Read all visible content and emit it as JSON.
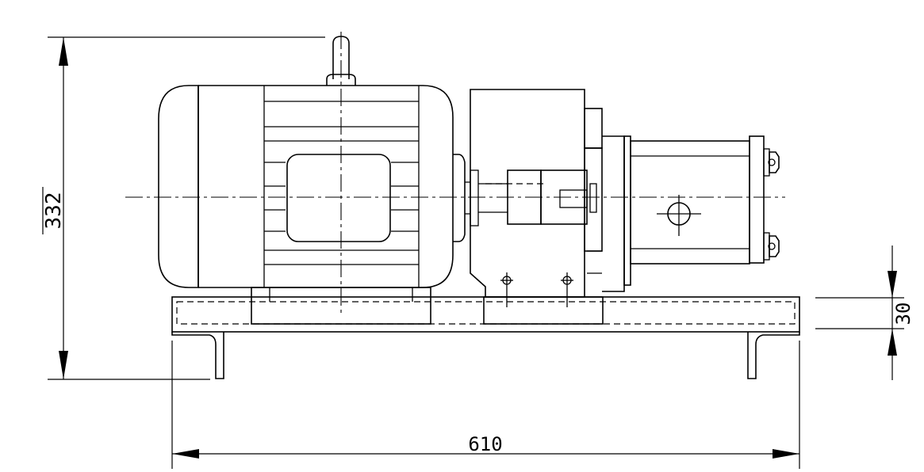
{
  "drawing": {
    "dimensions": {
      "overall_height": "332",
      "base_thickness": "30",
      "overall_length": "610"
    }
  }
}
